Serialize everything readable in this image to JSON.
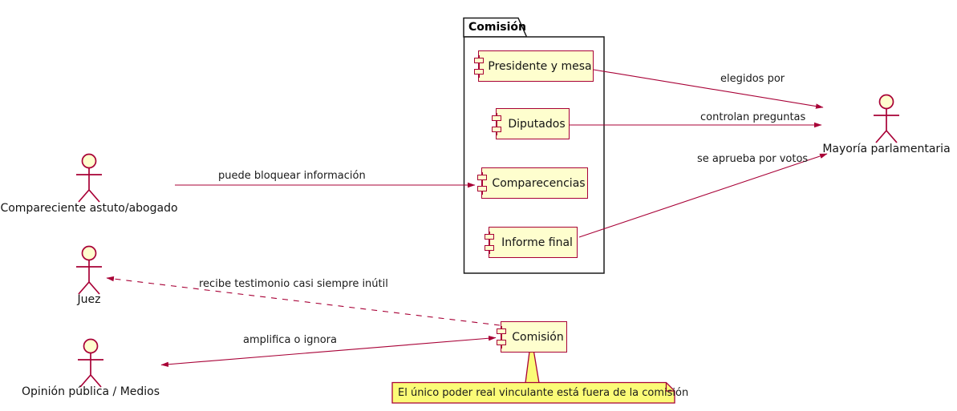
{
  "package": {
    "title": "Comisión"
  },
  "components": {
    "presidente": "Presidente y mesa",
    "diputados": "Diputados",
    "comparecencias": "Comparecencias",
    "informe": "Informe final",
    "comision": "Comisión"
  },
  "actors": {
    "compareciente": "Compareciente astuto/abogado",
    "juez": "Juez",
    "opinion": "Opinión pública / Medios",
    "mayoria": "Mayoría parlamentaria"
  },
  "edges": [
    {
      "label": "elegidos por",
      "from": "Presidente y mesa",
      "to": "Mayoría parlamentaria",
      "line": "solid"
    },
    {
      "label": "controlan preguntas",
      "from": "Diputados",
      "to": "Mayoría parlamentaria",
      "line": "solid"
    },
    {
      "label": "se aprueba por votos",
      "from": "Informe final",
      "to": "Mayoría parlamentaria",
      "line": "solid"
    },
    {
      "label": "puede bloquear información",
      "from": "Compareciente astuto/abogado",
      "to": "Comparecencias",
      "line": "solid"
    },
    {
      "label": "recibe testimonio casi siempre inútil",
      "from": "Comisión",
      "to": "Juez",
      "line": "dashed"
    },
    {
      "label": "amplifica o ignora",
      "from": "Comisión",
      "to": "Opinión pública / Medios",
      "line": "solid-bidirectional"
    }
  ],
  "note": {
    "text": "El único poder real vinculante está fuera de la comisión"
  },
  "colors": {
    "component_fill": "#FEFECE",
    "component_border": "#A80036",
    "edge": "#A80036",
    "note_fill": "#FBFB77",
    "frame": "#1b1b1b"
  }
}
